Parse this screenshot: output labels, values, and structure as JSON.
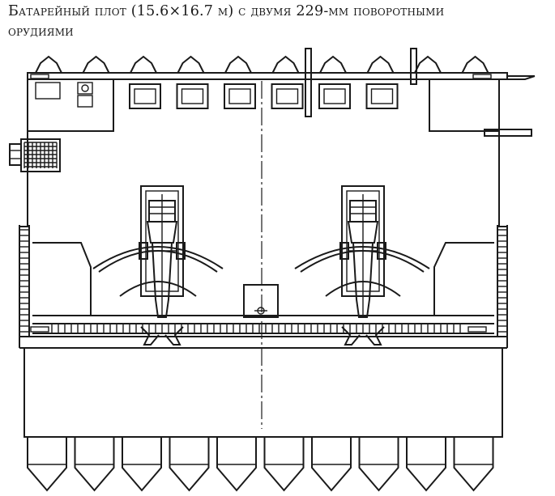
{
  "caption": {
    "line1": "Батарейный плот (15.6×16.7 м) с двумя 229-мм поворотными",
    "line2": "орудиями"
  },
  "colors": {
    "ink": "#1a1a1a",
    "paper": "#ffffff"
  },
  "drawing": {
    "subject": "battery-raft-plan",
    "guns": 2,
    "front_pontoons": 10,
    "rear_pontoons": 10,
    "ports": 6
  }
}
